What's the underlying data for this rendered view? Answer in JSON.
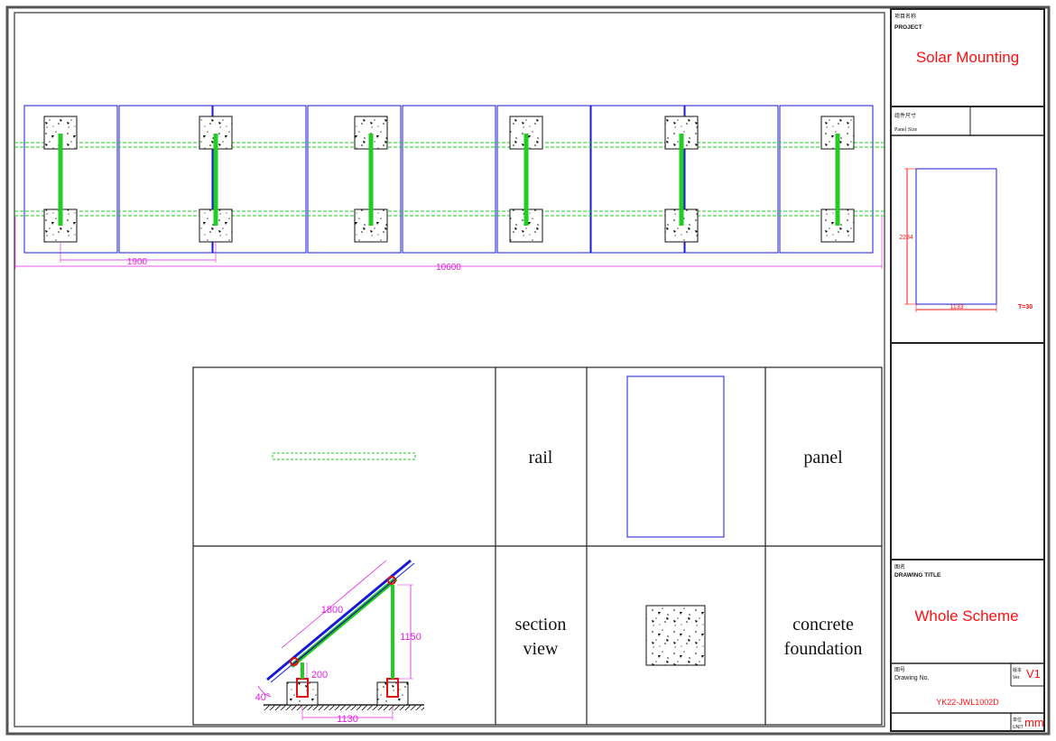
{
  "title_block": {
    "project_cn": "项目名称",
    "project_en": "PROJECT",
    "project_name": "Solar Mounting",
    "panel_size_cn": "组件尺寸",
    "panel_size_en": "Panel Size",
    "panel_height": "2284",
    "panel_width": "1133",
    "panel_thickness": "T=30",
    "drawing_title_cn": "图名",
    "drawing_title_en": "DRAWING TITLE",
    "drawing_title": "Whole Scheme",
    "drawing_no_cn": "图号",
    "drawing_no_en": "Drawing No.",
    "drawing_no": "YK22-JWL1002D",
    "version_cn": "版本",
    "version_en": "Ver.",
    "version": "V1",
    "unit_cn": "单位",
    "unit_en": "UNIT",
    "unit": "mm"
  },
  "plan": {
    "spacing": "1900",
    "total_length": "10600"
  },
  "legend": {
    "rail": "rail",
    "panel": "panel",
    "section_view_1": "section",
    "section_view_2": "view",
    "concrete_1": "concrete",
    "concrete_2": "foundation"
  },
  "section": {
    "rail_length": "1800",
    "rear_height": "1150",
    "front_height": "200",
    "post_spacing": "1130",
    "tilt_angle": "40°"
  },
  "colors": {
    "frame": "#333333",
    "panel": "#1a1ad6",
    "rail": "#22cc22",
    "dimension": "#e020e0",
    "title_red": "#ff1010"
  }
}
